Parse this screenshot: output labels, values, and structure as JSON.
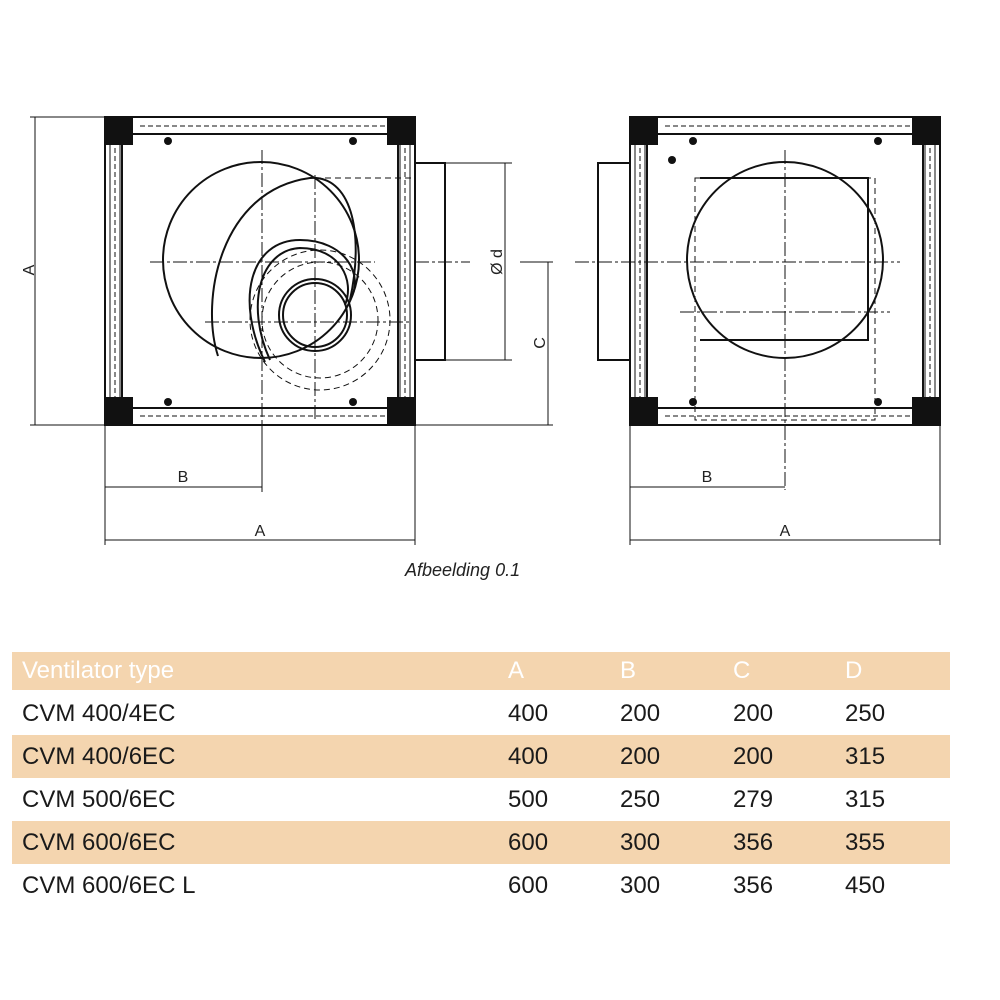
{
  "drawing": {
    "labels": {
      "a": "A",
      "b": "B",
      "c": "C",
      "d": "Ø d"
    },
    "caption": "Afbeelding 0.1"
  },
  "table": {
    "header": [
      "Ventilator type",
      "A",
      "B",
      "C",
      "D"
    ],
    "rows": [
      [
        "CVM 400/4EC",
        "400",
        "200",
        "200",
        "250"
      ],
      [
        "CVM 400/6EC",
        "400",
        "200",
        "200",
        "315"
      ],
      [
        "CVM 500/6EC",
        "500",
        "250",
        "279",
        "315"
      ],
      [
        "CVM 600/6EC",
        "600",
        "300",
        "356",
        "355"
      ],
      [
        "CVM 600/6EC L",
        "600",
        "300",
        "356",
        "450"
      ]
    ],
    "band_color": "#f4d5af"
  }
}
